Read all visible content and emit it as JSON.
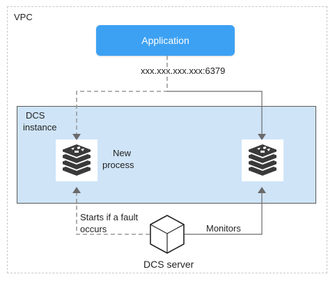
{
  "vpc": {
    "label": "VPC"
  },
  "application": {
    "label": "Application"
  },
  "connection": {
    "address": "xxx.xxx.xxx.xxx:6379"
  },
  "dcs_instance": {
    "label_line1": "DCS",
    "label_line2": "instance",
    "new_process_line1": "New",
    "new_process_line2": "process"
  },
  "edges": {
    "starts_line1": "Starts if a fault",
    "starts_line2": "occurs",
    "monitors": "Monitors"
  },
  "server": {
    "label": "DCS server"
  },
  "colors": {
    "application": "#3da1f3",
    "instance_bg": "#cfe4f7",
    "redis_icon": "#3a3a3a",
    "dashed_line": "#9a9a9a",
    "solid_line": "#6a6a6a"
  }
}
